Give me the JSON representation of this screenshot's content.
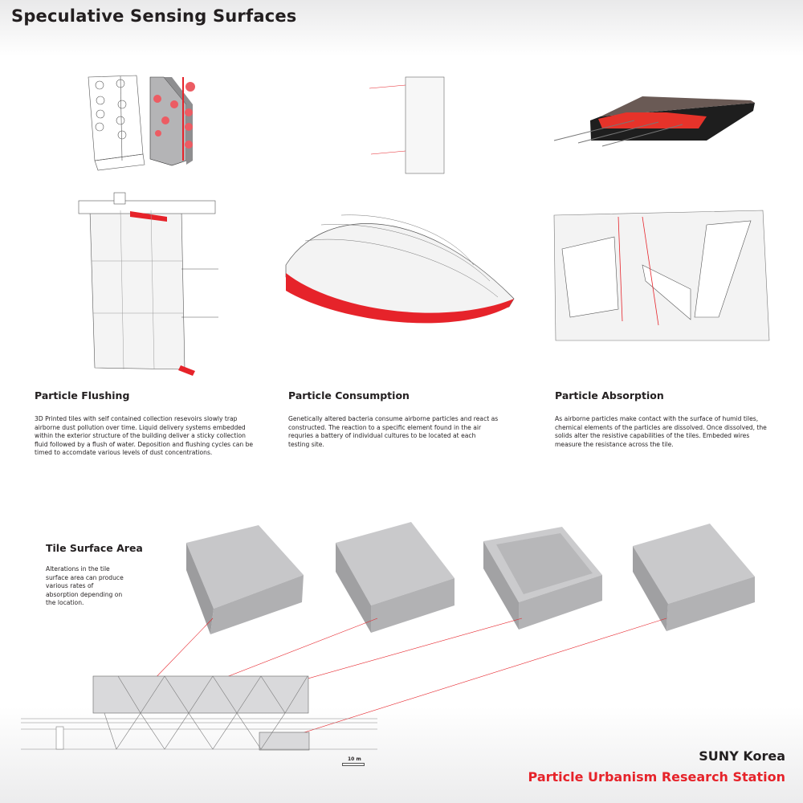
{
  "title": "Speculative Sensing Surfaces",
  "sections": [
    {
      "heading": "Particle Flushing",
      "body": "3D Printed tiles with self contained collection resevoirs slowly trap airborne dust pollution over time.  Liquid delivery systems embedded within the exterior structure of the building deliver a sticky collection fluid followed by a flush of water.  Deposition and flushing cycles can be timed to accomdate various levels of dust concentrations."
    },
    {
      "heading": "Particle Consumption",
      "body": "Genetically altered bacteria consume airborne particles and react as constructed.  The reaction to a specific element found in the air requries a battery of individual cultures to be located at each testing site."
    },
    {
      "heading": "Particle Absorption",
      "body": "As airborne particles make contact with the surface of humid tiles, chemical elements of the particles are dissolved. Once dissolved, the solids alter the resistive capabilities of the tiles.  Embeded wires measure the resistance across the tile."
    }
  ],
  "tile_section": {
    "heading": "Tile Surface Area",
    "body": "Alterations in the tile surface area can produce various rates of absorption depending on the location."
  },
  "scale": "10 m",
  "footer": {
    "institution": "SUNY Korea",
    "project": "Particle Urbanism Research Station"
  },
  "colors": {
    "accent": "#e6232a",
    "text": "#231f20",
    "tile_gray": "#b9b9bb"
  }
}
